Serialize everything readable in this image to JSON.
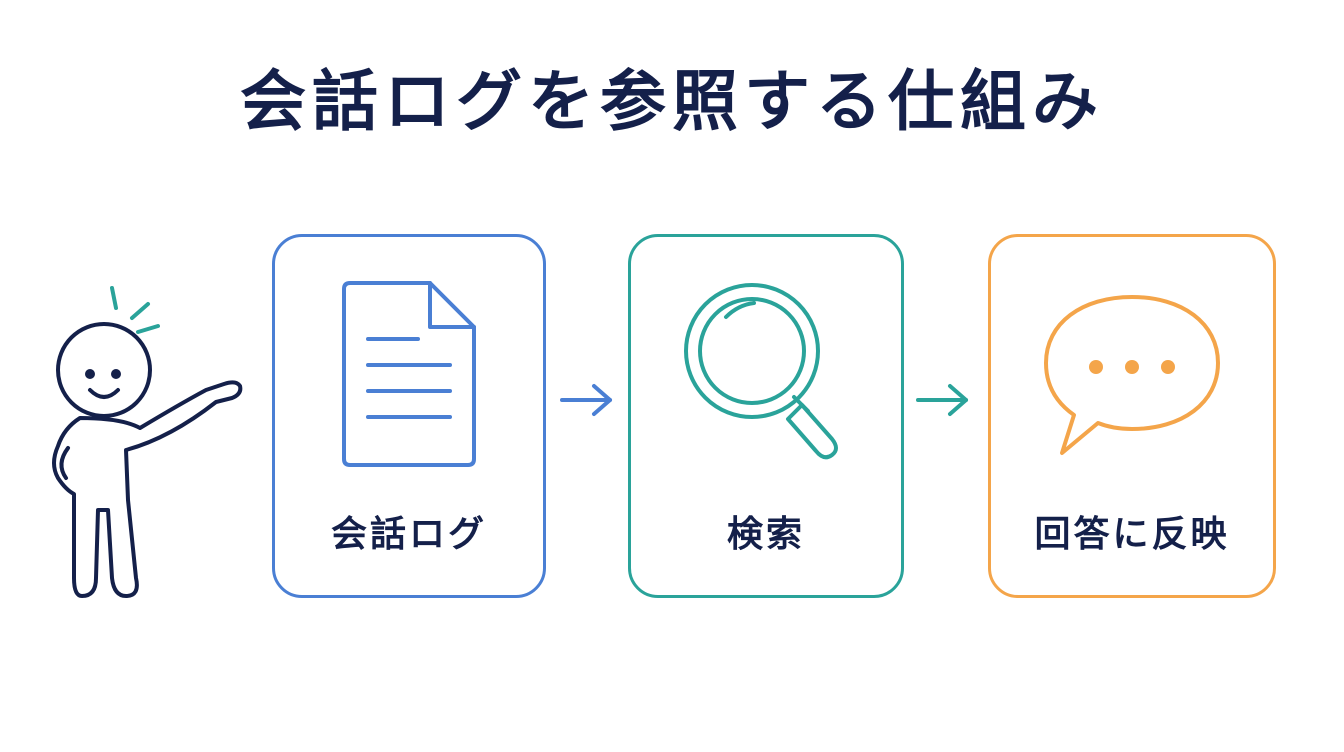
{
  "title": "会話ログを参照する仕組み",
  "steps": [
    {
      "label": "会話ログ",
      "icon": "document-icon",
      "color": "#4a7fd4"
    },
    {
      "label": "検索",
      "icon": "magnifier-icon",
      "color": "#2aa39a"
    },
    {
      "label": "回答に反映",
      "icon": "speech-bubble-icon",
      "color": "#f4a54a"
    }
  ],
  "colors": {
    "text": "#14204a",
    "accent_teal": "#2aa39a",
    "accent_blue": "#4a7fd4",
    "accent_orange": "#f4a54a"
  }
}
